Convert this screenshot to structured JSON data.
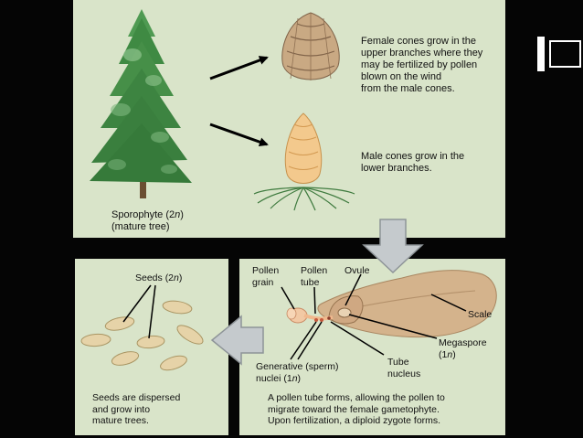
{
  "top_panel": {
    "female_cones_text": "Female cones grow in the\nupper branches where they\nmay be fertilized by pollen\nblown on the wind\nfrom the male cones.",
    "male_cones_text": "Male cones grow in the\nlower branches.",
    "sporophyte_label": "Sporophyte (2n)\n(mature tree)"
  },
  "fertilization_panel": {
    "pollen_grain_label": "Pollen\ngrain",
    "pollen_tube_label": "Pollen\ntube",
    "ovule_label": "Ovule",
    "scale_label": "Scale",
    "megaspore_label": "Megaspore\n(1n)",
    "generative_label": "Generative (sperm)\nnuclei (1n)",
    "tube_nucleus_label": "Tube\nnucleus",
    "caption": "A pollen tube forms, allowing the pollen to\nmigrate toward the female gametophyte.\nUpon fertilization, a diploid zygote forms."
  },
  "seeds_panel": {
    "seeds_label": "Seeds (2n)",
    "caption": "Seeds are dispersed\nand grow into\nmature trees."
  },
  "colors": {
    "background": "#050505",
    "panel": "#d9e4c9",
    "arrow_fill": "#c5cacd",
    "arrow_stroke": "#8e9498",
    "seed_fill": "#e6d3a8",
    "scale_fill": "#d4b38c",
    "pollen_fill": "#f2c9a4",
    "tree_green": "#3f8a43",
    "female_cone": "#c9a983",
    "male_cone": "#f3c98d"
  },
  "icons": [
    "corner-bar-mark-icon",
    "conifer-tree-icon",
    "female-cone-icon",
    "male-cone-icon",
    "down-arrow-icon",
    "left-arrow-icon"
  ]
}
